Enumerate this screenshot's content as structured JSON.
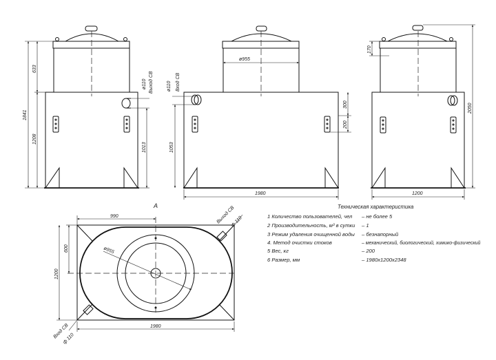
{
  "views": {
    "front": {
      "dim_total_height": "1841",
      "dim_upper_height": "633",
      "dim_lower_height": "1208",
      "dim_outlet_height": "1013",
      "outlet_diameter": "ø110",
      "outlet_label": "Выход СВ"
    },
    "side": {
      "inlet_diameter": "ø110",
      "inlet_label": "Вход СВ",
      "dim_inlet_height": "1053",
      "dim_tank_diameter": "ø955",
      "dim_width": "1980",
      "dim_300": "300",
      "dim_200": "200"
    },
    "end": {
      "dim_170": "170",
      "dim_total_height": "2050",
      "dim_width": "1200"
    },
    "plan": {
      "label": "A",
      "dim_half_length": "990",
      "dim_half_width": "600",
      "dim_width": "1200",
      "dim_length": "1980",
      "dim_diameter": "ø955",
      "outlet_label": "Выход СВ",
      "outlet_diameter": "ф 110",
      "inlet_label": "Вход СВ",
      "inlet_diameter": "ф 110"
    }
  },
  "specs": {
    "title": "Техническая характеристика",
    "rows": [
      {
        "label": "1 Количество пользователей, чел",
        "value": "– не более 5"
      },
      {
        "label": "2 Производительность, м³ в сутки",
        "value": "– 1"
      },
      {
        "label": "3 Режим удаления очищенной воды",
        "value": "– безнапорный"
      },
      {
        "label": "4. Метод очистки стоков",
        "value": "– механический, биологический, химико-физический"
      },
      {
        "label": "5 Вес, кг",
        "value": "– 200"
      },
      {
        "label": "6 Размер, мм",
        "value": "– 1980х1200х2348"
      }
    ]
  }
}
